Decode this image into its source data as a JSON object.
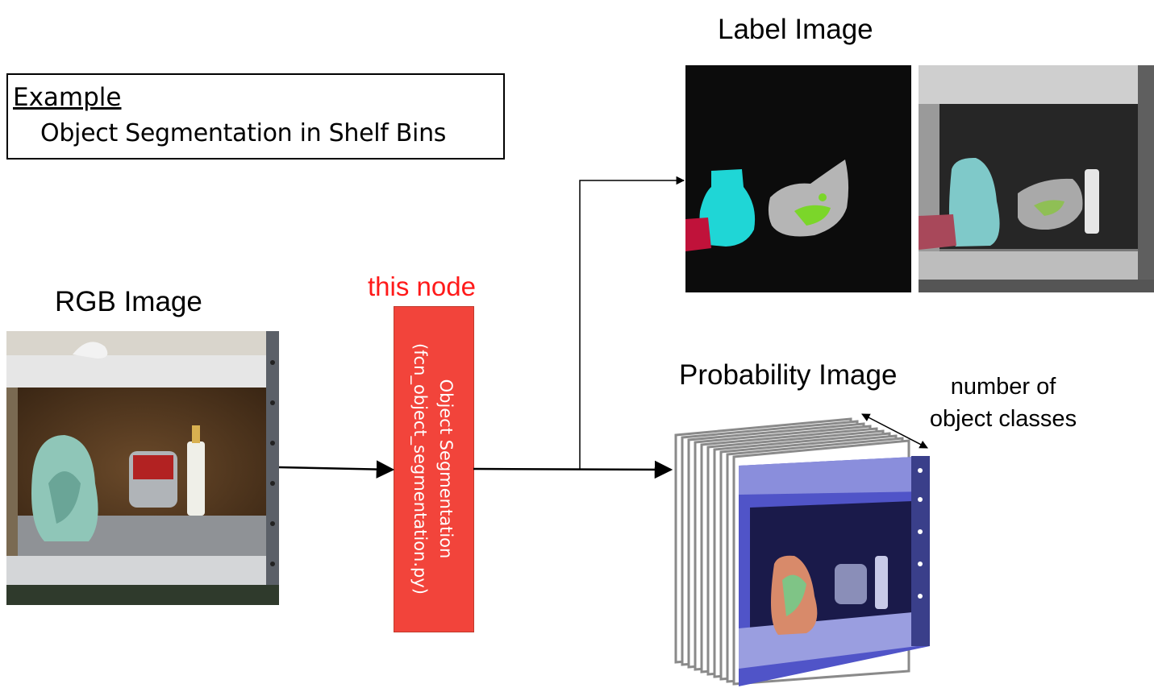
{
  "example": {
    "heading": "Example",
    "description": "Object Segmentation in Shelf Bins"
  },
  "rgb_image": {
    "label": "RGB Image"
  },
  "node": {
    "marker": "this node",
    "line1": "Object Segmentation",
    "line2": "(fcn_object_segmentation.py)"
  },
  "label_image": {
    "label": "Label Image"
  },
  "probability_image": {
    "label": "Probability Image"
  },
  "classes_note": {
    "line1": "number of",
    "line2": "object classes"
  },
  "colors": {
    "node_fill": "#f2443b",
    "node_marker": "#ff1a1a",
    "label_cyan": "#1fd6d6",
    "label_gray": "#b5b5b5",
    "label_green": "#7bd62a",
    "label_red": "#c0123a",
    "prob_blue": "#5054c8"
  }
}
